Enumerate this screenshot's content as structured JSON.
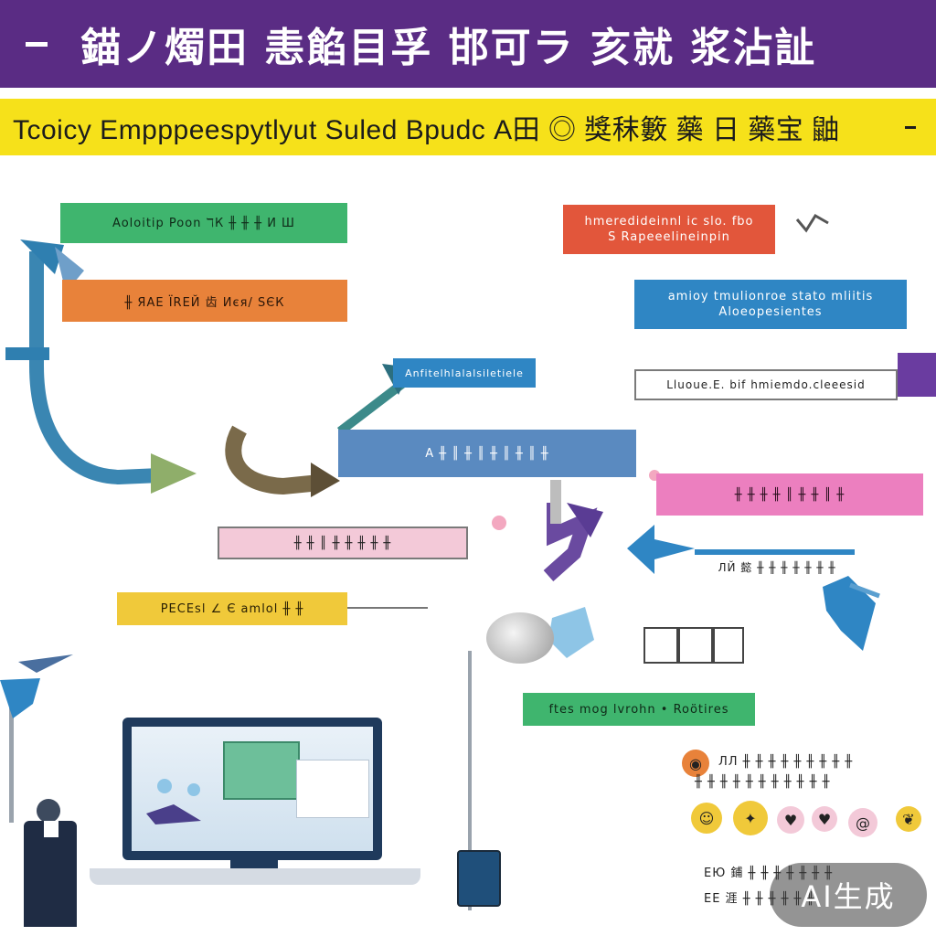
{
  "header": {
    "title": "錨ノ燭田 恚餡目孚 邯可ラ 亥就 浆沾訨",
    "subtitle": "Tcoicy Empppeespytlyut Suled Bpudc А田 ◎ 獎秣籔 藥 日 藥宝 鼬"
  },
  "labels": {
    "green_top": "Aoloitip Poon ℸК ╫ ╫ ╫ И Ш",
    "orange_left": "╫ ЯAЕ ЇRЕЙ 齿 Иєя/ SЄК",
    "red_top_line1": "hmeredideinnl ic slo. fbo",
    "red_top_line2": "S Rapeeelineinpin",
    "blue_right_line1": "amioy tmulionroe stato mliitis",
    "blue_right_line2": "Aloeopesientes",
    "small_blue": "Anfitelhlalalsiletiele",
    "outlined_right": "Lluoue.E. bif hmiemdo.cleeesid",
    "center_blue": "A ╫ ║ ╫ ║ ╫ ║ ╫ ║ ╫",
    "pink_right": "╫ ╫ ╫ ╫ ║ ╫ ╫ ║ ╫",
    "pink_left": "╫ ╫ ║ ╫ ╫   ╫ ╫ ╫",
    "blue_line_right": "ЛЙ 懿 ╫ ╫ ╫ ╫ ╫ ╫ ╫",
    "yellow_left": "РЕСЕsl ∠ Є  аmlоl ╫ ╫",
    "green_bottom": "ftes mog lvrohn • Roötires",
    "text_line_1": "ЛЛ ╫ ╫ ╫ ╫ ╫ ╫ ╫ ╫ ╫",
    "text_line_2": "╫ ╫ ╫ ╫ ╫ ╫ ╫ ╫ ╫ ╫ ╫",
    "text_line_3": "ЕЮ 鋪 ╫ ╫ ╫ ╫ ╫ ╫ ╫",
    "text_line_4": "ЕЕ 涯 ╫ ╫ ╫ ╫ ╫ ╫"
  },
  "watermark": "AI生成",
  "colors": {
    "purple": "#5a2c84",
    "yellow": "#f6e11a",
    "green": "#3fb56e",
    "orange": "#e8823a",
    "red": "#e2563b",
    "blue": "#2f86c4",
    "steel_blue": "#5a8ac0",
    "pink": "#ec7fbf",
    "gold": "#f0c93a",
    "light_pink": "#f3c9d8"
  },
  "icons": [
    "curved-arrow-icon",
    "chevron-arrow-icon",
    "lamp-icon",
    "laptop-icon",
    "person-icon",
    "bird-icon",
    "hand-icon"
  ]
}
